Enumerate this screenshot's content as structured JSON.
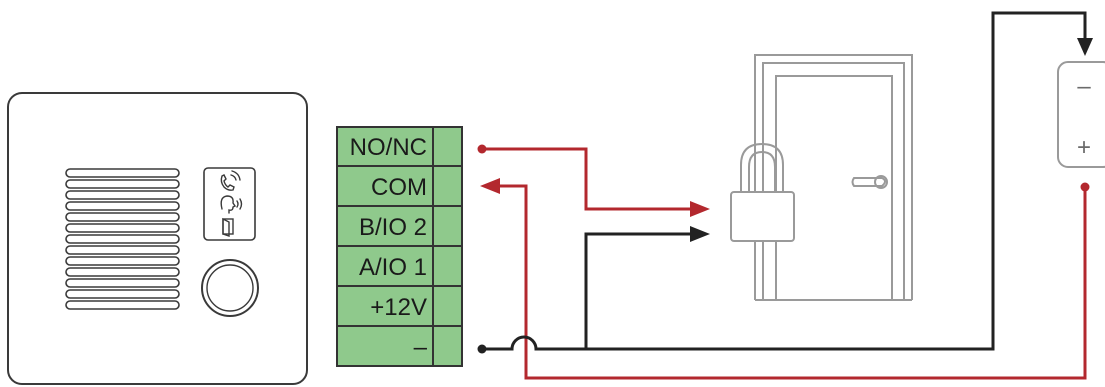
{
  "terminal_block": {
    "labels": [
      "NO/NC",
      "COM",
      "B/IO 2",
      "A/IO 1",
      "+12V",
      "–"
    ],
    "fill_color": "#8fc98c",
    "border_color": "#333333"
  },
  "power_supply": {
    "minus_label": "–",
    "plus_label": "+"
  },
  "wire_colors": {
    "red": "#b3282e",
    "black": "#222222"
  },
  "icons": {
    "intercom": "door-station-icon",
    "call": "phone-call-icon",
    "talk": "speaking-head-icon",
    "door": "door-open-icon",
    "lock": "padlock-icon",
    "door_frame": "door-icon"
  }
}
